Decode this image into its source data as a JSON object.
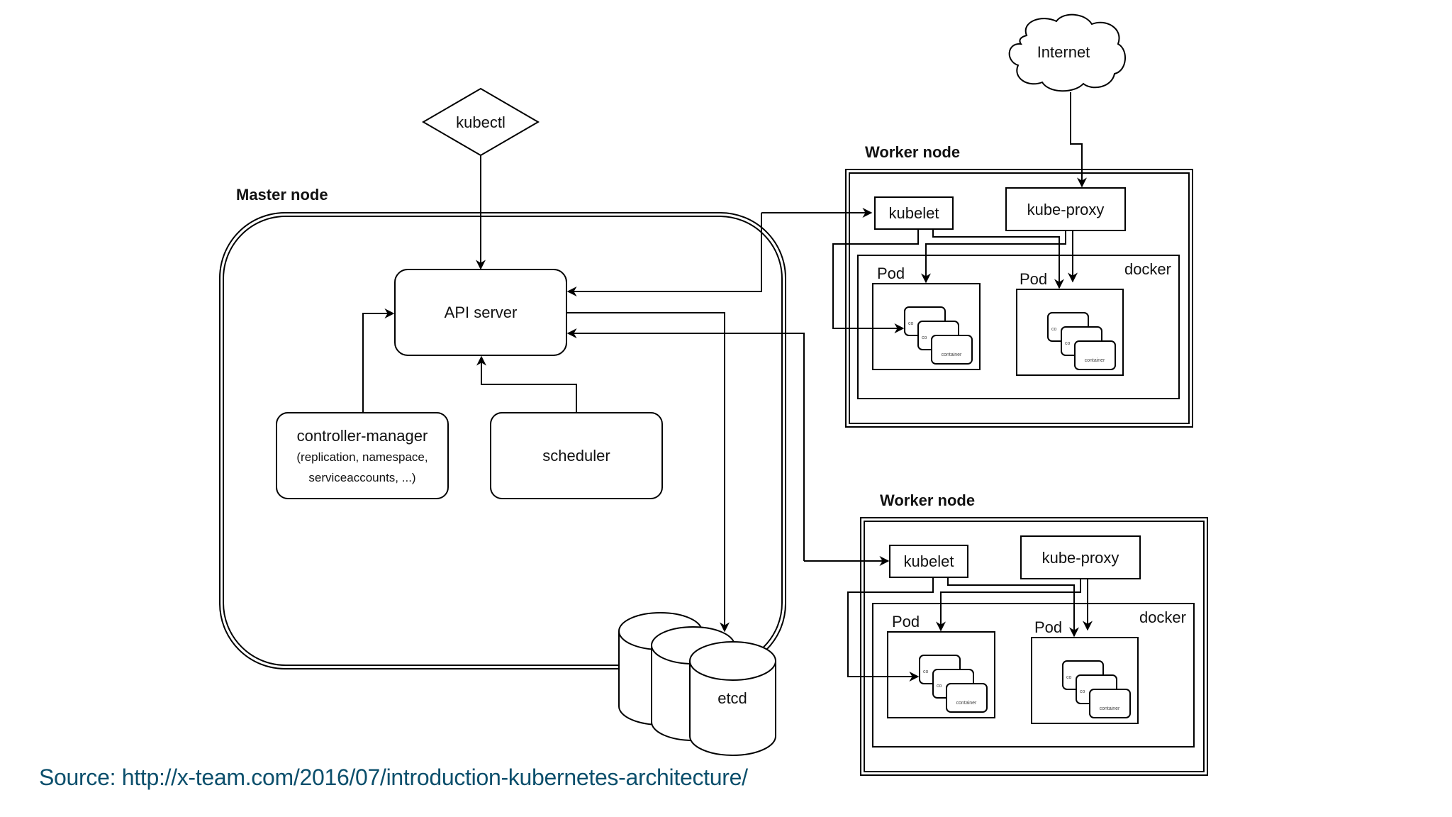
{
  "diagram": {
    "title": "Kubernetes architecture",
    "kubectl": "kubectl",
    "internet": "Internet",
    "master": {
      "label": "Master node",
      "api_server": "API server",
      "controller_manager": {
        "title": "controller-manager",
        "line1": "(replication, namespace,",
        "line2": "serviceaccounts, ...)"
      },
      "scheduler": "scheduler",
      "etcd": "etcd"
    },
    "workers": [
      {
        "label": "Worker node",
        "kubelet": "kubelet",
        "kube_proxy": "kube-proxy",
        "docker": "docker",
        "pods": [
          {
            "label": "Pod",
            "containers": [
              "co",
              "co",
              "container"
            ]
          },
          {
            "label": "Pod",
            "containers": [
              "co",
              "co",
              "container"
            ]
          }
        ]
      },
      {
        "label": "Worker node",
        "kubelet": "kubelet",
        "kube_proxy": "kube-proxy",
        "docker": "docker",
        "pods": [
          {
            "label": "Pod",
            "containers": [
              "co",
              "co",
              "container"
            ]
          },
          {
            "label": "Pod",
            "containers": [
              "co",
              "co",
              "container"
            ]
          }
        ]
      }
    ]
  },
  "source": {
    "text": "Source: http://x-team.com/2016/07/introduction-kubernetes-architecture/",
    "color": "#0b4f6c"
  },
  "colors": {
    "stroke": "#000000",
    "background": "#ffffff"
  }
}
